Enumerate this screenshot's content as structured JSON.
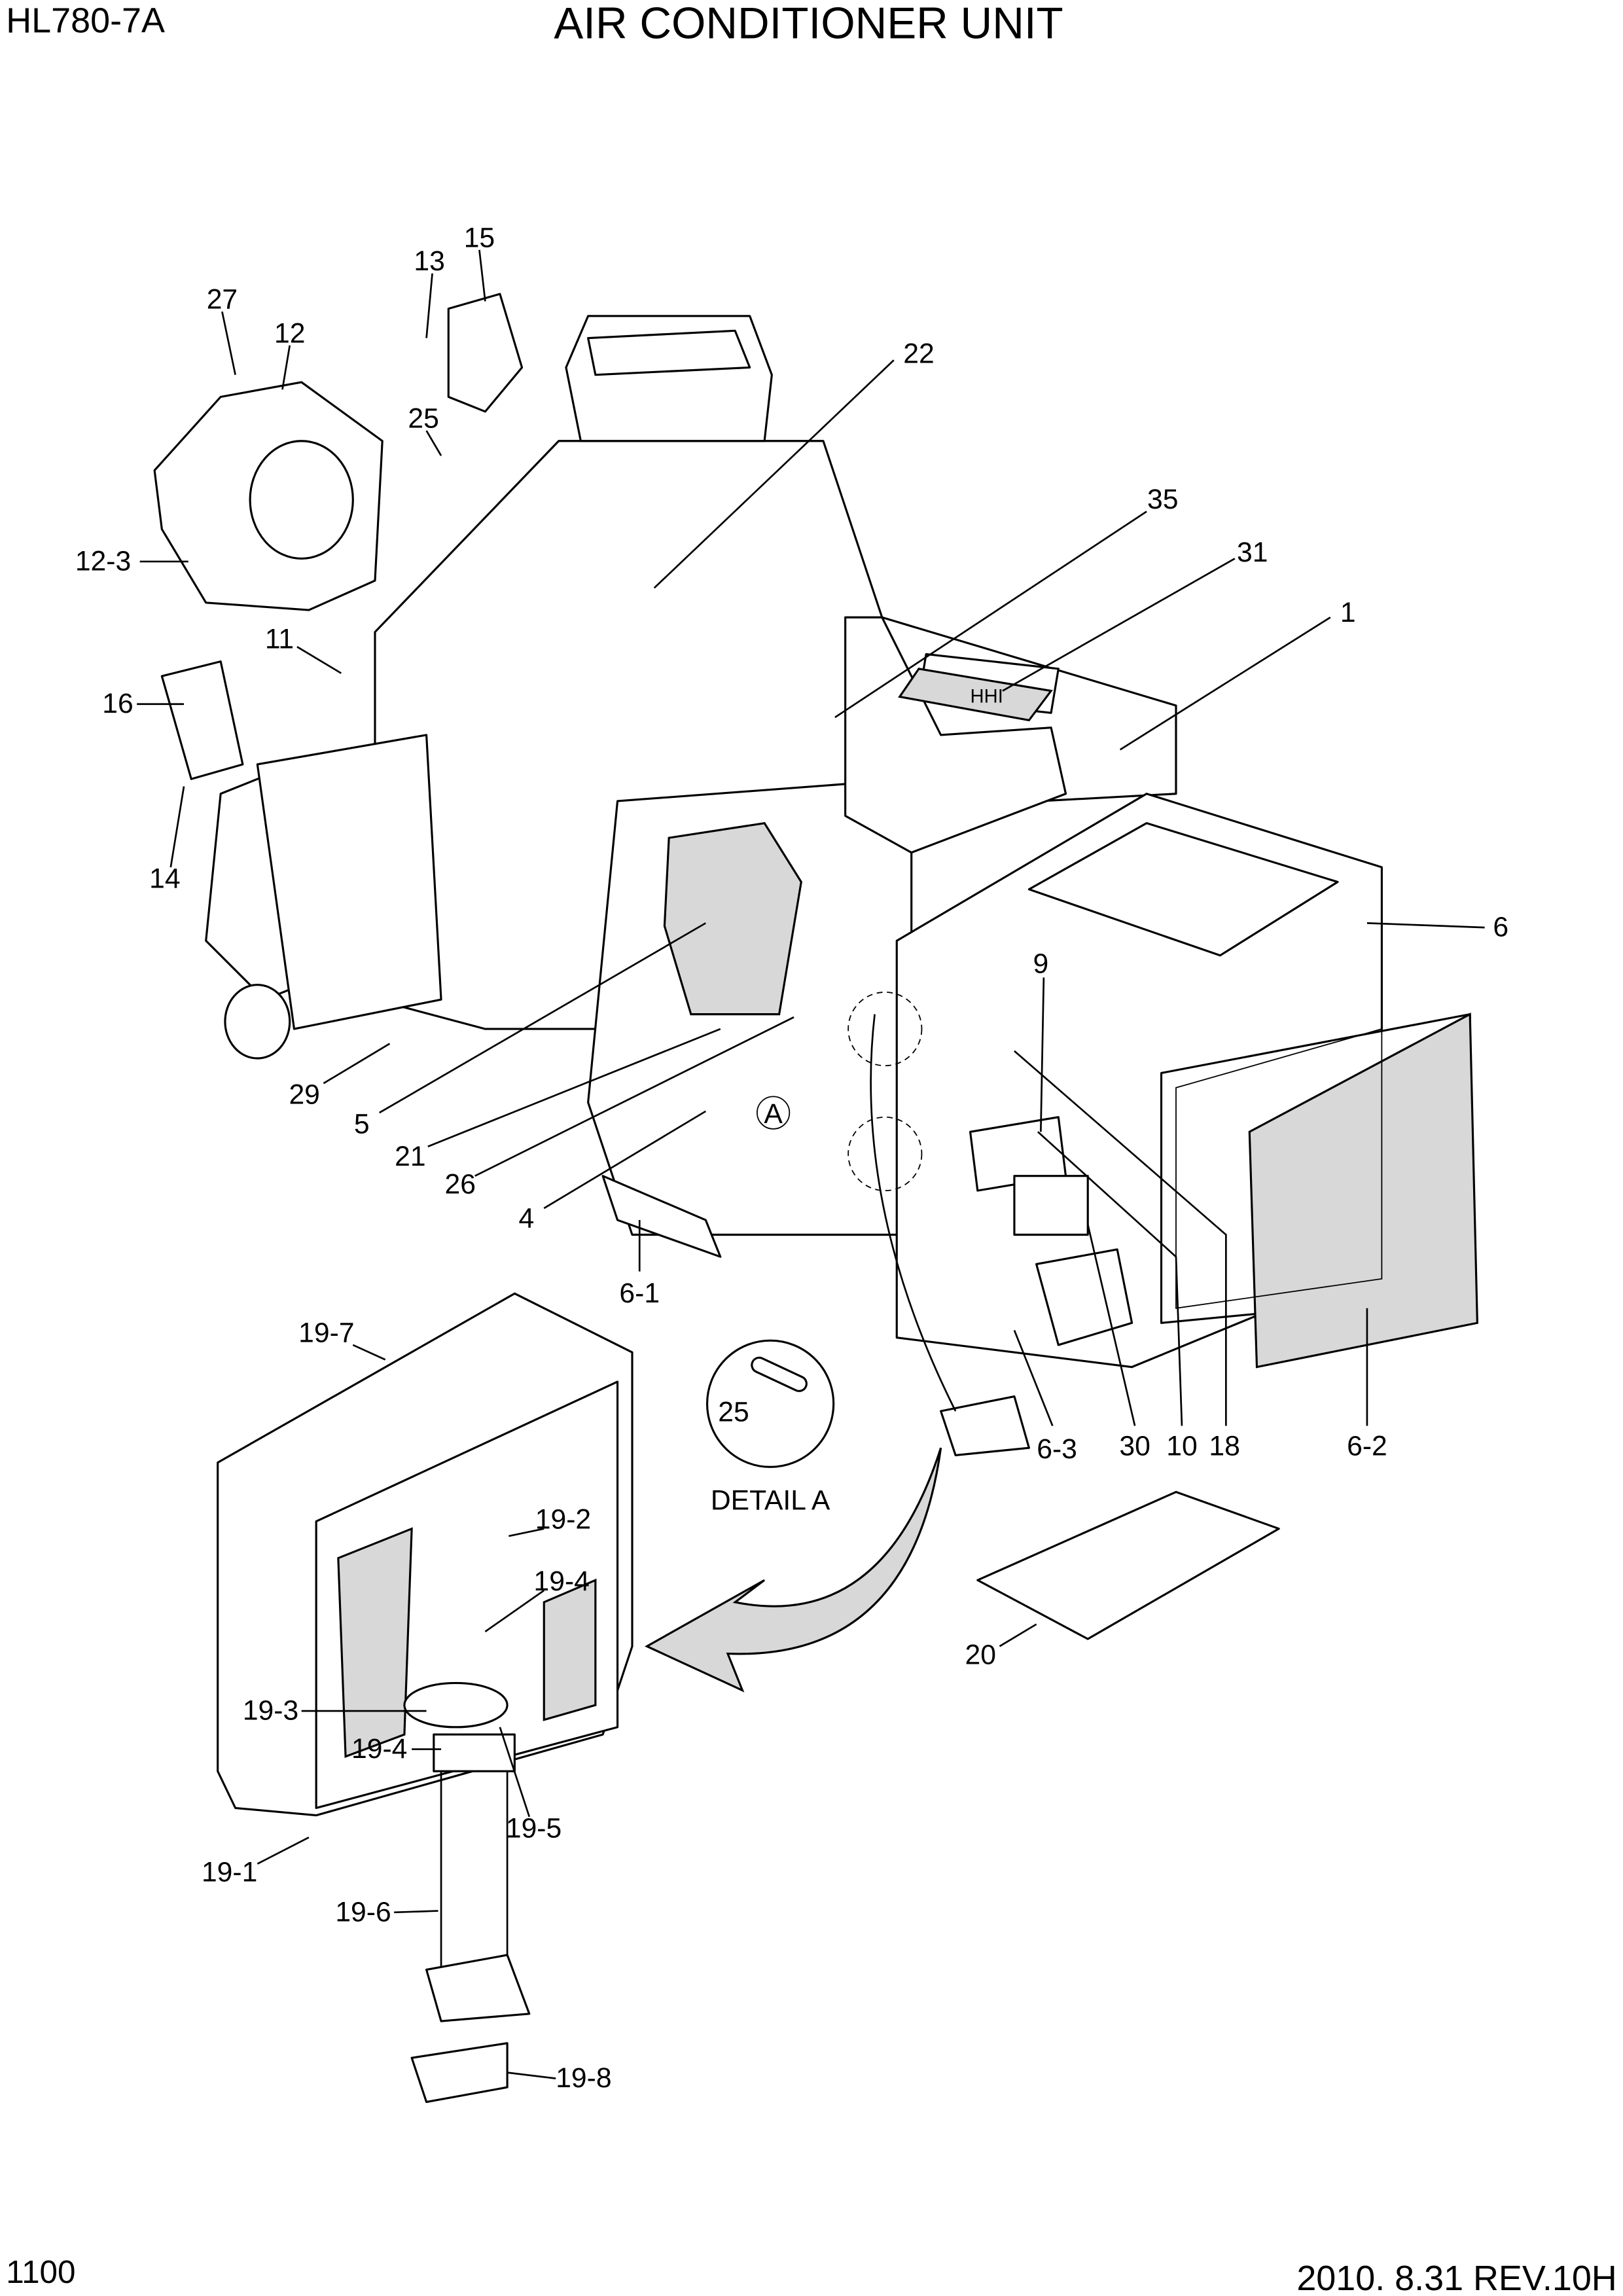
{
  "header": {
    "model": "HL780-7A",
    "title": "AIR CONDITIONER  UNIT"
  },
  "footer": {
    "page": "1100",
    "revision": "2010. 8.31  REV.10H"
  },
  "callouts": {
    "c15": "15",
    "c13": "13",
    "c27": "27",
    "c12": "12",
    "c22": "22",
    "c25": "25",
    "c35": "35",
    "c31": "31",
    "c12_3": "12-3",
    "c1": "1",
    "c11": "11",
    "c16": "16",
    "c6": "6",
    "c9": "9",
    "c14": "14",
    "c29": "29",
    "c5": "5",
    "c21": "21",
    "c26": "26",
    "c4": "4",
    "c6_1": "6-1",
    "c19_7": "19-7",
    "c25_detail": "25",
    "c6_3": "6-3",
    "c30": "30",
    "c10": "10",
    "c18": "18",
    "c6_2": "6-2",
    "c19_2": "19-2",
    "c19_4a": "19-4",
    "c20": "20",
    "c19_3": "19-3",
    "c19_4b": "19-4",
    "c19_5": "19-5",
    "c19_1": "19-1",
    "c19_6": "19-6",
    "c19_8": "19-8"
  },
  "detail": {
    "label": "DETAIL A",
    "marker": "A"
  },
  "decal_text": "HHI"
}
